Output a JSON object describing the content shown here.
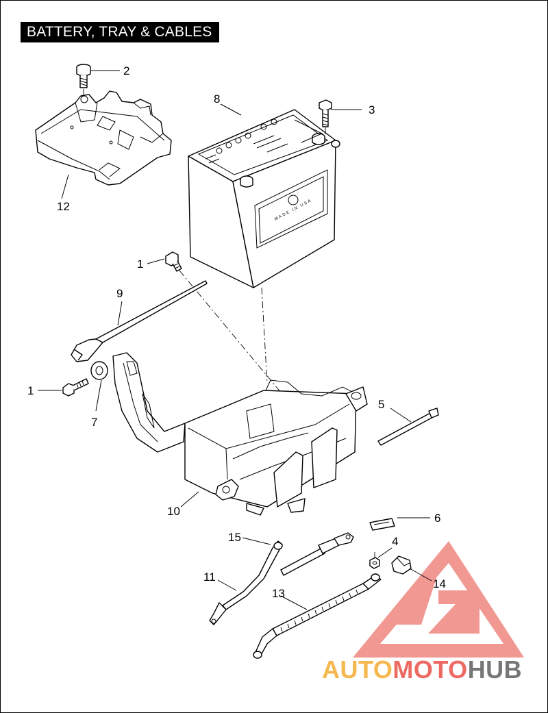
{
  "title": "BATTERY, TRAY & CABLES",
  "battery_label": "MADE IN USA",
  "callouts": {
    "c1a": "1",
    "c1b": "1",
    "c2": "2",
    "c3": "3",
    "c4": "4",
    "c5": "5",
    "c6": "6",
    "c7": "7",
    "c8": "8",
    "c9": "9",
    "c10": "10",
    "c11": "11",
    "c12": "12",
    "c13": "13",
    "c14": "14",
    "c15": "15"
  },
  "watermark": {
    "part1": "AUTO",
    "part2": "MOTO",
    "part3": "HUB",
    "color_orange": "#f5a623",
    "color_red": "#e8453c",
    "color_gray": "#555555"
  }
}
